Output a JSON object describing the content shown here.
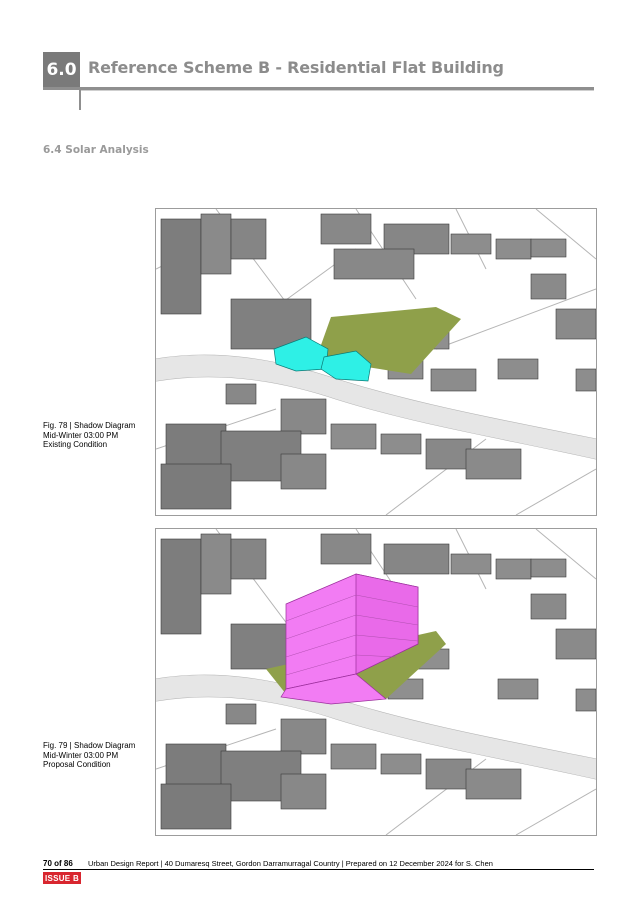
{
  "header": {
    "section_number": "6.0",
    "section_title": "Reference Scheme B - Residential Flat Building"
  },
  "subsection_title": "6.4 Solar Analysis",
  "figures": [
    {
      "caption": [
        "Fig. 78 | Shadow Diagram",
        "Mid-Winter 03:00 PM",
        "Existing Condition"
      ],
      "site_color": "#8fa04a",
      "existing_building_color": "#2ef0e6",
      "proposal": false
    },
    {
      "caption": [
        "Fig. 79 | Shadow Diagram",
        "Mid-Winter 03:00 PM",
        "Proposal Condition"
      ],
      "site_color": "#8fa04a",
      "proposal_building_color": "#f27cf3",
      "proposal": true
    }
  ],
  "footer": {
    "page": "70 of 86",
    "text": "Urban Design Report  |  40 Dumaresq Street, Gordon Darramurragal Country  |  Prepared on 12 December 2024 for S. Chen",
    "issue": "ISSUE B"
  }
}
